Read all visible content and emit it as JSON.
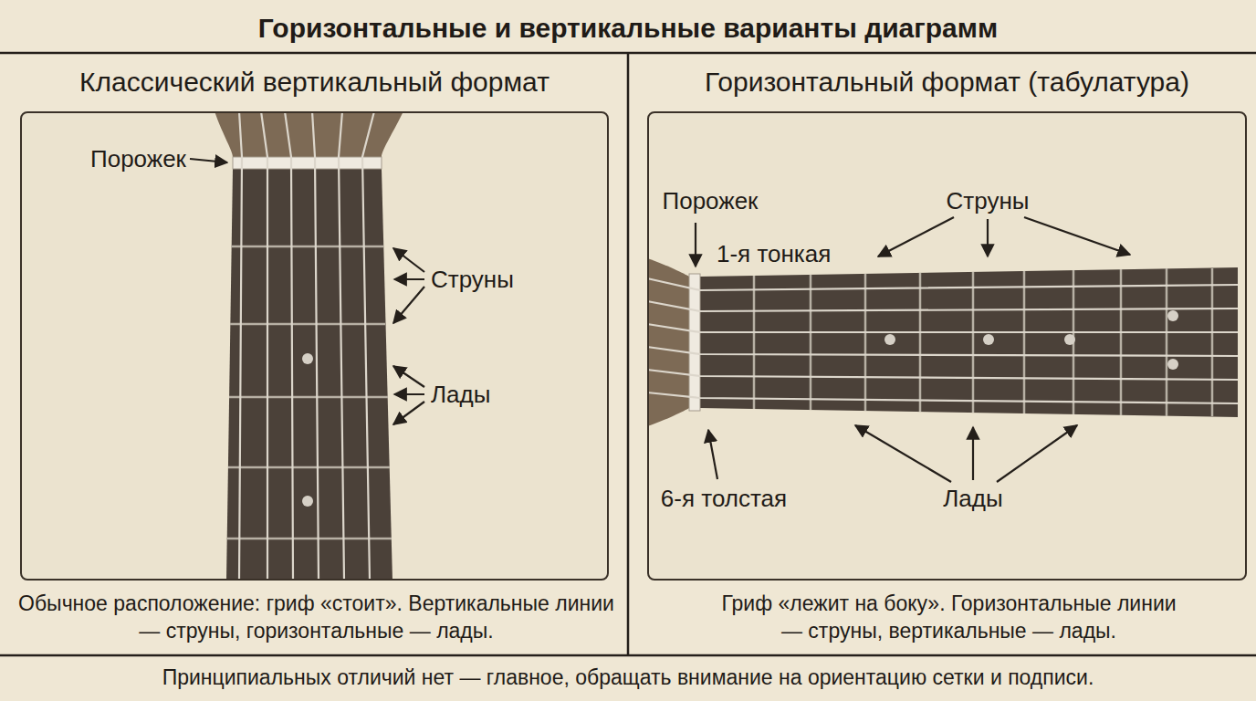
{
  "diagram": {
    "title": "Горизонтальные и вертикальные варианты диаграмм",
    "caption": "Принципиальных отличий нет — главное, обращать внимание на ориентацию сетки и подписи.",
    "nodes": [
      {
        "text": [
          "Классический вертикальный формат",
          "Обычное расположение: гриф «стоит». Вертикальные линии — струны, горизонтальные — лады."
        ]
      },
      {
        "text": [
          "Горизонтальный формат (табулатура)",
          "Гриф «лежит на боку». Горизонтальные линии — струны, вертикальные — лады."
        ]
      }
    ],
    "labels": [
      "Порожек",
      "Струны",
      "Лады",
      "Порожек",
      "1-я тонкая",
      "Струны",
      "6-я толстая",
      "Лады"
    ]
  }
}
